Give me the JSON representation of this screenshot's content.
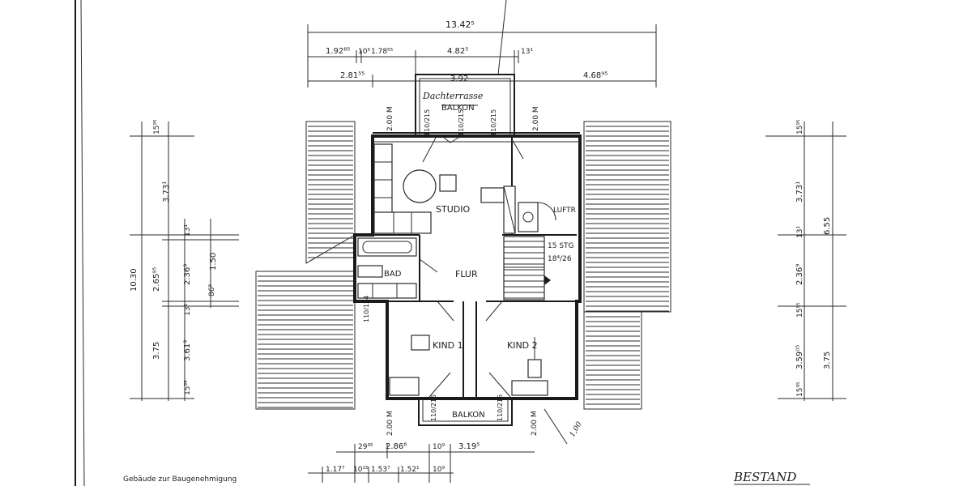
{
  "plan": {
    "rooms": {
      "studio": "STUDIO",
      "flur": "FLUR",
      "bad": "BAD",
      "luftr": "LUFTR",
      "kind1": "KIND 1",
      "kind2": "KIND 2",
      "balkon": "BALKON",
      "balkon_struck": "BALKON",
      "terrasse": "Dachterrasse"
    },
    "stair": {
      "steps": "15 STG",
      "rise": "18⁴/26"
    },
    "top_dims": {
      "overall": "13.42⁵",
      "d1": "1.92⁸⁵",
      "d2": "10⁵",
      "d3": "1.78⁵⁵",
      "d4": "4.82⁵",
      "d5": "13¹",
      "d6": "2.81⁵⁵",
      "d7": "3.92",
      "d8": "4.68⁹⁵"
    },
    "heights": {
      "h_top_left": "2.00 M",
      "h_top_right": "2.00 M",
      "h_bot_left": "2.00 M",
      "h_bot_right": "2.00 M"
    },
    "doors": {
      "d_top_1": "110/215",
      "d_top_2": "110/215",
      "d_top_3": "110/215",
      "d_bad": "110/124",
      "d_bal_1": "110/215",
      "d_bal_2": "110/215"
    },
    "left_dims": {
      "total": "10.30",
      "a1": "15⁹⁵",
      "a2": "3.73¹",
      "a3": "13¹",
      "a4": "2.65⁹⁵",
      "a5": "2.36⁹",
      "a6": "1.50",
      "a7": "86⁹",
      "a8": "13¹",
      "a9": "3.75",
      "a10": "3.61⁹",
      "a11": "15⁹⁵"
    },
    "right_dims": {
      "b1": "15⁹⁵",
      "b2": "3.73¹",
      "b3": "6.55",
      "b4": "13¹",
      "b5": "2.36⁹",
      "b6": "15⁹⁵",
      "b7": "3.59⁰⁵",
      "b8": "3.75",
      "b9": "15⁹⁵"
    },
    "bottom_dims": {
      "c1": "29³⁵",
      "c2": "2.86⁶",
      "c3": "10⁹",
      "c4": "3.19⁵",
      "c5": "1.17⁷",
      "c6": "10¹⁵",
      "c7": "1.53⁷",
      "c8": "1.52¹",
      "c9": "10⁹"
    },
    "misc": {
      "eave": "1,00",
      "status": "BESTAND",
      "footer": "Gebäude zur Baugenehmigung"
    }
  }
}
